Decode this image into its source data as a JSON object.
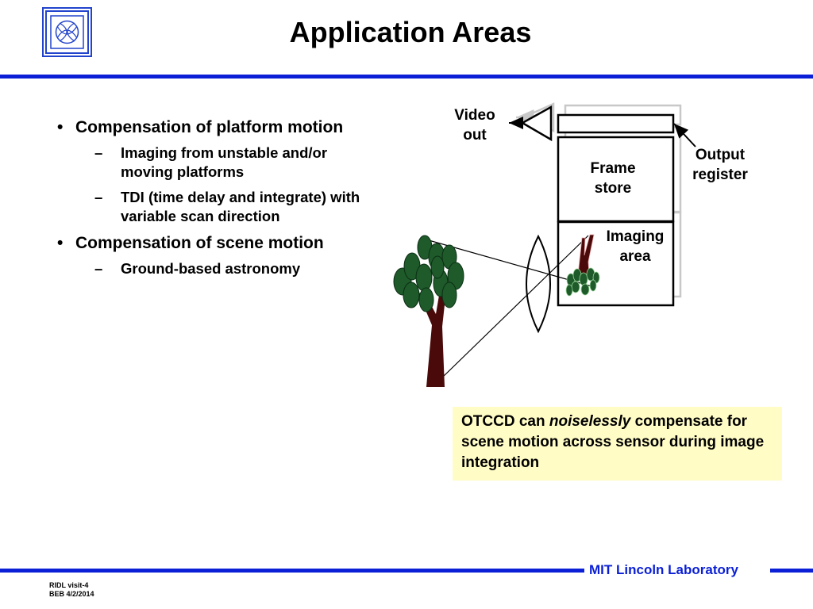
{
  "slide": {
    "title": "Application Areas"
  },
  "bullets": [
    {
      "text": "Compensation of platform motion",
      "subs": [
        "Imaging from unstable and/or moving platforms",
        "TDI (time delay and integrate) with variable scan direction"
      ]
    },
    {
      "text": "Compensation of  scene motion",
      "subs": [
        "Ground-based astronomy"
      ]
    }
  ],
  "diagram": {
    "video_out": "Video out",
    "output_register": "Output register",
    "frame_store": "Frame store",
    "imaging_area": "Imaging area"
  },
  "callout": {
    "prefix": "OTCCD can ",
    "emphasis": "noiselessly",
    "suffix": " compensate for scene motion across sensor during image integration"
  },
  "footer": {
    "lab": "MIT Lincoln Laboratory",
    "doc_id": "RIDL visit-4",
    "author_date": "BEB 4/2/2014"
  },
  "colors": {
    "brand_blue": "#0a1fd6",
    "callout_bg": "#fffcc6",
    "tree_green": "#1e5a2a",
    "trunk": "#4a0a0a"
  }
}
